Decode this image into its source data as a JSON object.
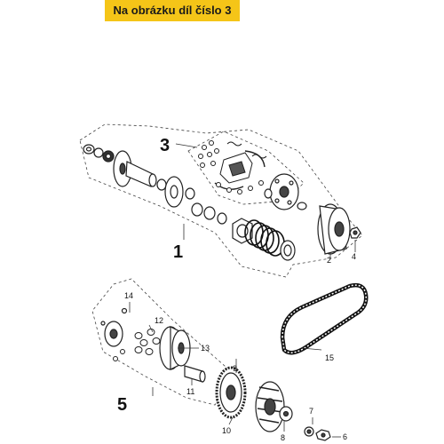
{
  "banner": {
    "text": "Na obrázku díl číslo 3"
  },
  "callouts": {
    "c1": "1",
    "c2": "2",
    "c3": "3",
    "c4": "4",
    "c5": "5",
    "c6": "6",
    "c7": "7",
    "c8": "8",
    "c9": "9",
    "c10": "10",
    "c11": "11",
    "c12": "12",
    "c13": "13",
    "c14": "14",
    "c15": "15"
  }
}
